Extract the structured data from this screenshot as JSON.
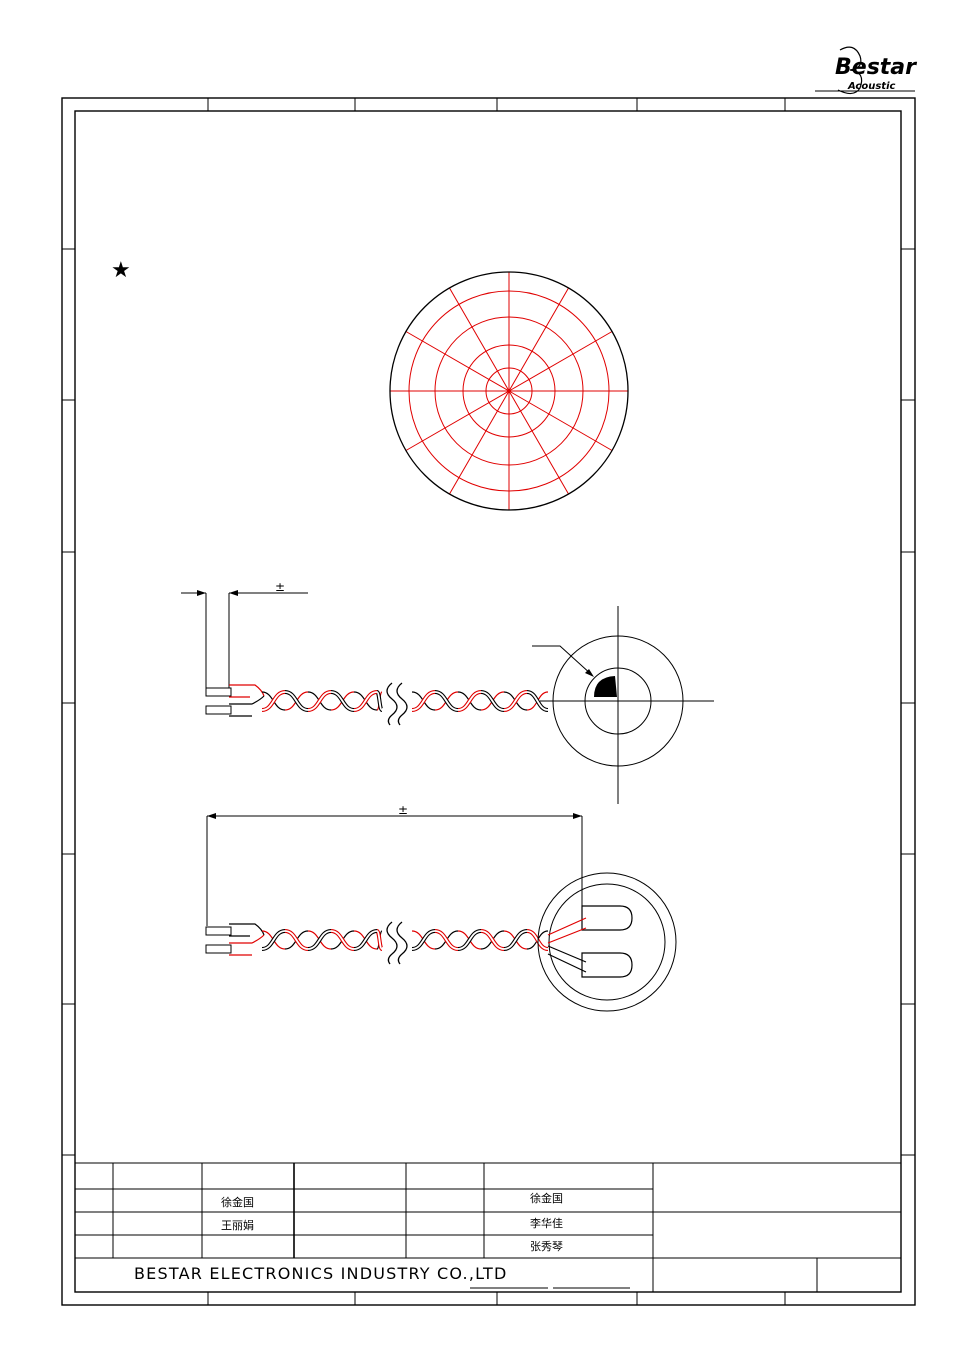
{
  "logo": {
    "brand": "Bestar",
    "sub": "Acoustic"
  },
  "drawing": {
    "marker_glyph": "★",
    "pm_symbol_top": "±",
    "pm_symbol_length": "±",
    "grid_color": "#ff0000",
    "wire_red": "#e00000",
    "wire_black": "#000000"
  },
  "title_block": {
    "names": {
      "r1c3": "徐金国",
      "r2c3": "王丽娟",
      "r1c6": "徐金国",
      "r2c6": "李华佳",
      "r3c6": "张秀琴"
    },
    "company": "BESTAR ELECTRONICS INDUSTRY CO.,LTD"
  }
}
